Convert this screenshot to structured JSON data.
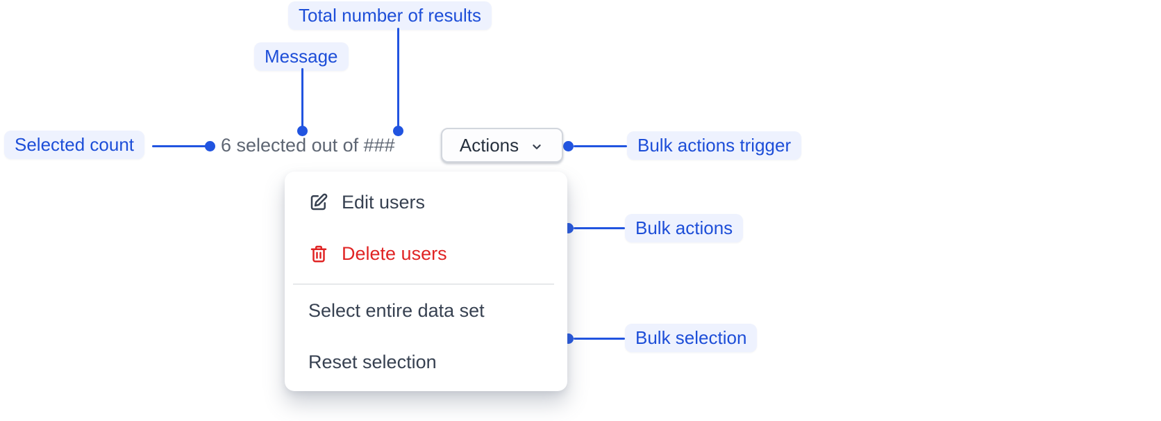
{
  "annotations": {
    "total_results": {
      "label": "Total number of results"
    },
    "message": {
      "label": "Message"
    },
    "selected_count": {
      "label": "Selected count"
    },
    "bulk_actions_trigger": {
      "label": "Bulk actions trigger"
    },
    "bulk_actions": {
      "label": "Bulk actions"
    },
    "bulk_selection": {
      "label": "Bulk selection"
    }
  },
  "toolbar": {
    "selection_message": "6 selected out of ###",
    "actions_label": "Actions",
    "actions_chevron_icon": "chevron-down-icon"
  },
  "menu": {
    "items": [
      {
        "label": "Edit users",
        "icon": "edit-icon",
        "tone": "default"
      },
      {
        "label": "Delete users",
        "icon": "trash-icon",
        "tone": "danger"
      },
      {
        "label": "Select entire data set",
        "icon": "",
        "tone": "default"
      },
      {
        "label": "Reset selection",
        "icon": "",
        "tone": "default"
      }
    ]
  },
  "colors": {
    "annotation_blue_text": "#1d4ed8",
    "annotation_blue_line": "#2154e0",
    "annotation_badge_bg": "#eef2fe",
    "menu_text": "#374151",
    "danger_red": "#e02424",
    "muted_message_text": "#5e6673",
    "button_border": "#d2d6dd",
    "divider": "#e6e8eb",
    "surface": "#ffffff"
  }
}
